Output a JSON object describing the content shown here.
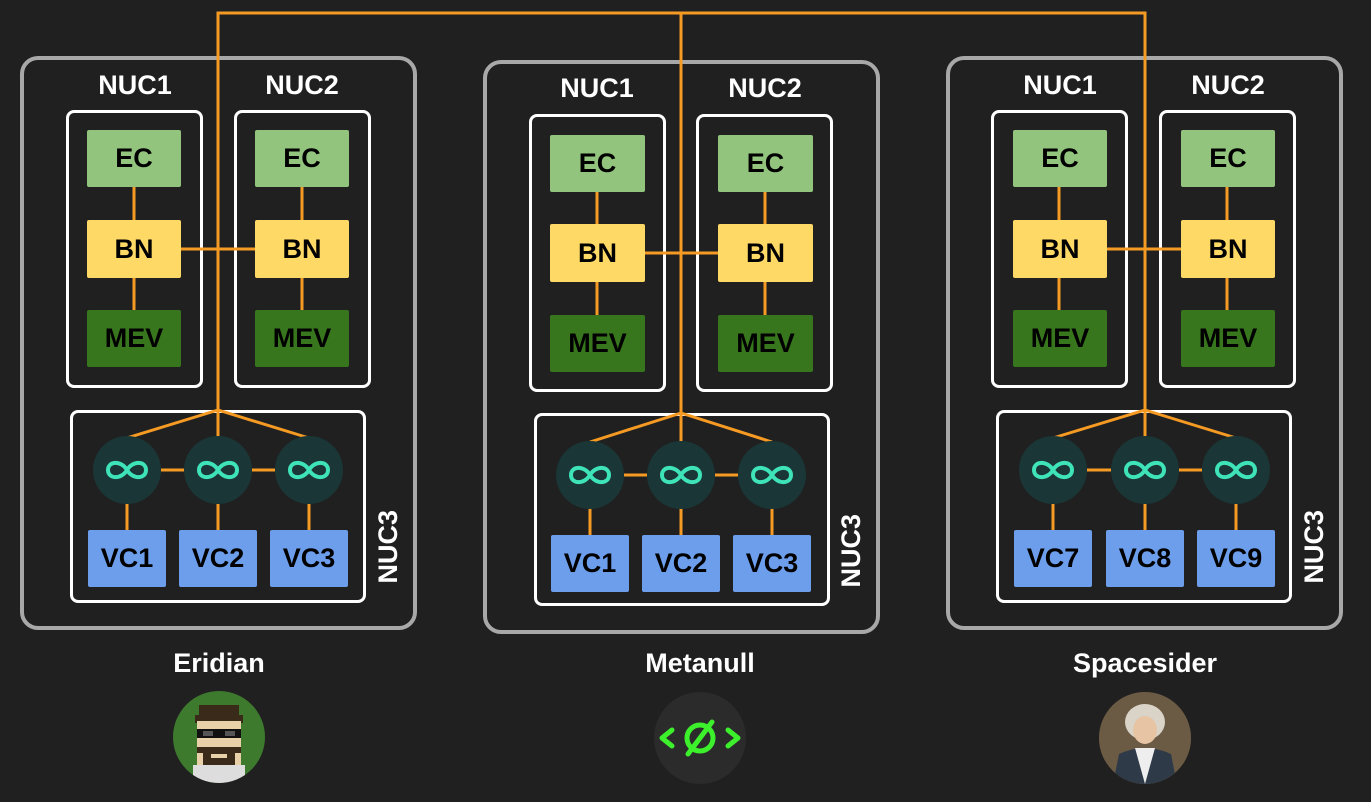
{
  "colors": {
    "background": "#202020",
    "wire": "#f59a23",
    "operator_border": "#a8a8a8",
    "nuc_border": "#ffffff",
    "ec": "#93c47d",
    "bn": "#ffd966",
    "mev": "#38761d",
    "vc": "#6d9eeb",
    "dvt_circle": "#1a3636",
    "dvt_icon": "#3fe3b8"
  },
  "operators": [
    {
      "name": "Eridian",
      "nuc1_label": "NUC1",
      "nuc2_label": "NUC2",
      "nuc3_label": "NUC3",
      "nuc1": {
        "ec": "EC",
        "bn": "BN",
        "mev": "MEV"
      },
      "nuc2": {
        "ec": "EC",
        "bn": "BN",
        "mev": "MEV"
      },
      "validators": [
        "VC1",
        "VC2",
        "VC3"
      ],
      "avatar": "pixel-art-avatar"
    },
    {
      "name": "Metanull",
      "nuc1_label": "NUC1",
      "nuc2_label": "NUC2",
      "nuc3_label": "NUC3",
      "nuc1": {
        "ec": "EC",
        "bn": "BN",
        "mev": "MEV"
      },
      "nuc2": {
        "ec": "EC",
        "bn": "BN",
        "mev": "MEV"
      },
      "validators": [
        "VC1",
        "VC2",
        "VC3"
      ],
      "avatar": "code-null-logo"
    },
    {
      "name": "Spacesider",
      "nuc1_label": "NUC1",
      "nuc2_label": "NUC2",
      "nuc3_label": "NUC3",
      "nuc1": {
        "ec": "EC",
        "bn": "BN",
        "mev": "MEV"
      },
      "nuc2": {
        "ec": "EC",
        "bn": "BN",
        "mev": "MEV"
      },
      "validators": [
        "VC7",
        "VC8",
        "VC9"
      ],
      "avatar": "portrait-painting-avatar"
    }
  ]
}
